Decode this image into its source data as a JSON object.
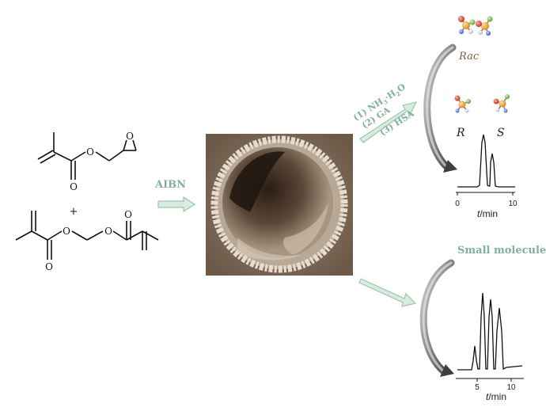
{
  "colors": {
    "reaction_green": "#7fb29a",
    "arrow_fill": "#d7ebdf",
    "arrow_stroke": "#9cc5ae",
    "curve_dark": "#555555",
    "curve_light": "#bdbdbd",
    "photo_sepia": "#7a6552"
  },
  "left": {
    "plus_sign": "+"
  },
  "reaction": {
    "initiator": "AIBN"
  },
  "modification": {
    "step1_prefix": "(1) NH",
    "step1_sub1": "3",
    "step1_mid": "·H",
    "step1_sub2": "2",
    "step1_suffix": "O",
    "step2": "(2) GA",
    "step3": "(3) HSA"
  },
  "top_right": {
    "racemate_label": "Rac",
    "r_label": "R",
    "s_label": "S",
    "x_ticks": [
      "0",
      "10"
    ],
    "x_axis_label_italic": "t",
    "x_axis_label_rest": "/min",
    "icons": [
      "molecule-model-icon",
      "molecule-model-icon",
      "molecule-model-icon",
      "molecule-model-icon"
    ]
  },
  "bottom_right": {
    "title": "Small molecules",
    "x_ticks": [
      "5",
      "10"
    ],
    "x_axis_label_italic": "t",
    "x_axis_label_rest": "/min"
  }
}
